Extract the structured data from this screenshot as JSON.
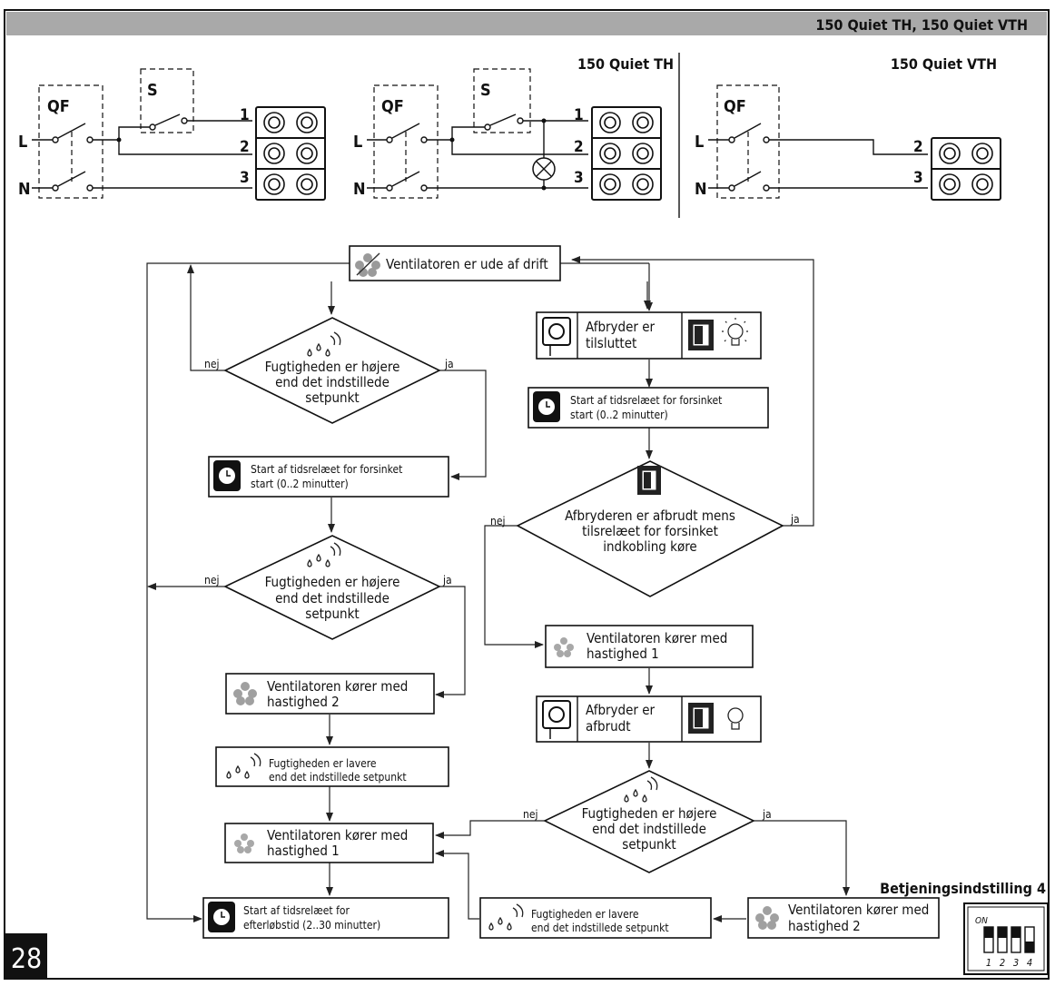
{
  "header": {
    "title": "150 Quiet TH, 150 Quiet VTH",
    "page_number": "28",
    "mode_label": "Betjeningsindstilling 4",
    "dip_label": "ON",
    "dip_numbers": [
      "1",
      "2",
      "3",
      "4"
    ]
  },
  "wiring": {
    "panel_th": "150 Quiet TH",
    "panel_vth": "150 Quiet VTH",
    "qf": "QF",
    "s": "S",
    "l": "L",
    "n": "N",
    "t1": "1",
    "t2": "2",
    "t3": "3"
  },
  "flow": {
    "top": "Ventilatoren er ude af drift",
    "nej": "nej",
    "ja": "ja",
    "humidity_high": [
      "Fugtigheden er højere",
      "end det indstillede",
      "setpunkt"
    ],
    "timer_start": [
      "Start af tidsrelæet for forsinket",
      "start (0..2 minutter)"
    ],
    "speed1": [
      "Ventilatoren kører med",
      "hastighed 1"
    ],
    "speed2": [
      "Ventilatoren kører med",
      "hastighed 2"
    ],
    "humidity_low": [
      "Fugtigheden er lavere",
      "end det indstillede setpunkt"
    ],
    "timer_after": [
      "Start af tidsrelæet for",
      "efterløbstid (2..30 minutter)"
    ],
    "switch_on": [
      "Afbryder er",
      "tilsluttet"
    ],
    "switch_off": [
      "Afbryder er",
      "afbrudt"
    ],
    "switch_broken": [
      "Afbryderen  er afbrudt mens",
      "tilsrelæet for forsinket",
      "indkobling køre"
    ]
  }
}
